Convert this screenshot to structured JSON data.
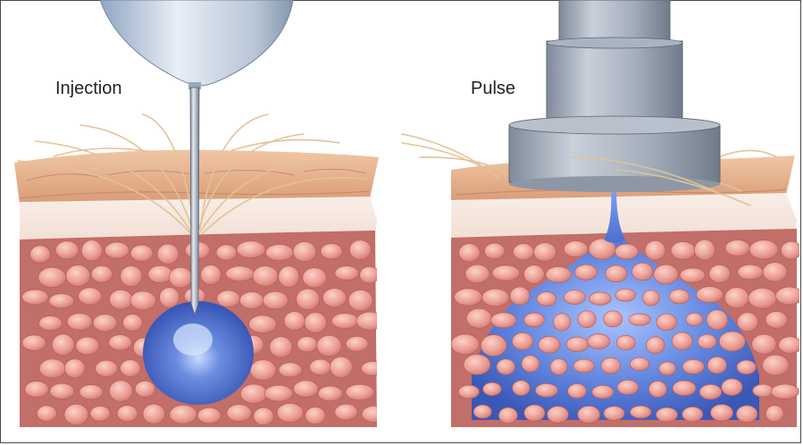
{
  "labels": {
    "injection": "Injection",
    "pulse": "Pulse"
  },
  "colors": {
    "background": "#ffffff",
    "skin_surface": "#e8b48e",
    "dermis": "#f2e4dc",
    "fat_cell": "#e79b93",
    "fat_gap": "#c06a66",
    "fluid": "#5d7fd6",
    "needle": "#9aa6b4",
    "device": "#9ba6b6",
    "hair": "#e6c79b"
  },
  "icons": {
    "left_device": "syringe-needle",
    "right_device": "needle-free-jet-injector"
  }
}
